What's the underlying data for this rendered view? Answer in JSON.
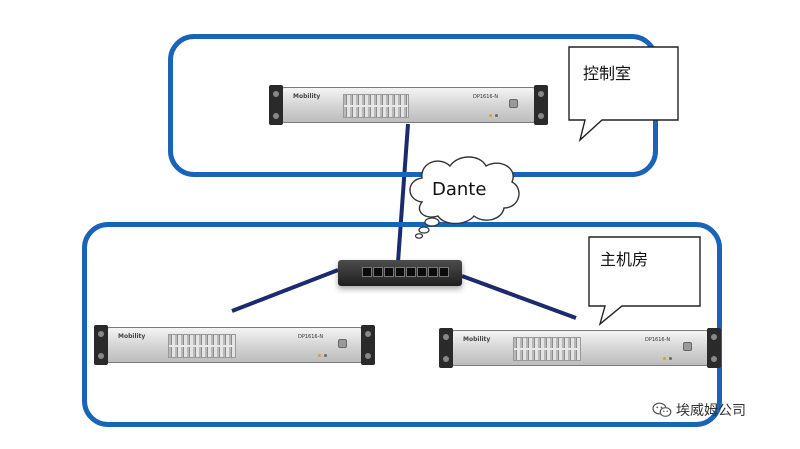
{
  "diagram": {
    "control_room_label": "控制室",
    "server_room_label": "主机房",
    "network_cloud_label": "Dante",
    "device_brand": "Mobility",
    "device_model": "DP1616-N"
  },
  "watermark": {
    "icon": "wechat-icon",
    "text": "埃威姆公司"
  },
  "colors": {
    "zone_border": "#1a64b8",
    "cable": "#1c2a6e",
    "switch_body": "#2a2a2a"
  }
}
